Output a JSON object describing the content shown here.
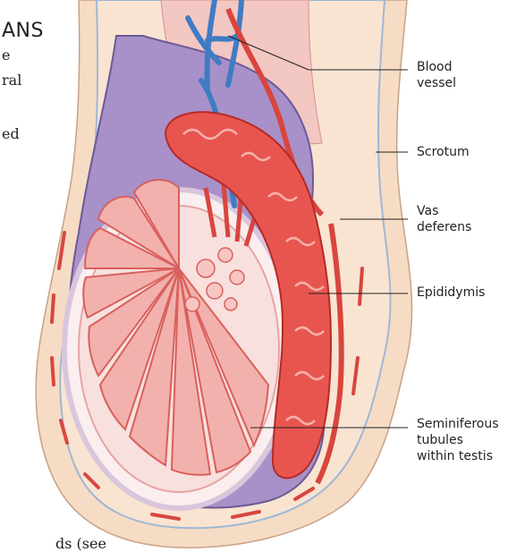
{
  "heading_fragment": "ANS",
  "page_text_fragments": [
    "e",
    "ral",
    "ed",
    "ds (see"
  ],
  "labels": {
    "blood_vessel": "Blood\nvessel",
    "scrotum": "Scrotum",
    "vas_deferens": "Vas\ndeferens",
    "epididymis": "Epididymis",
    "seminiferous_tubules": "Seminiferous\ntubules\nwithin testis"
  },
  "colors": {
    "skin": "#f7d9bd",
    "membrane": "#8f6fb3",
    "vessel": "#3f7cc4",
    "tissue": "#e24a4a",
    "tubule_fill": "#f2b1ad",
    "background": "#ffffff"
  }
}
